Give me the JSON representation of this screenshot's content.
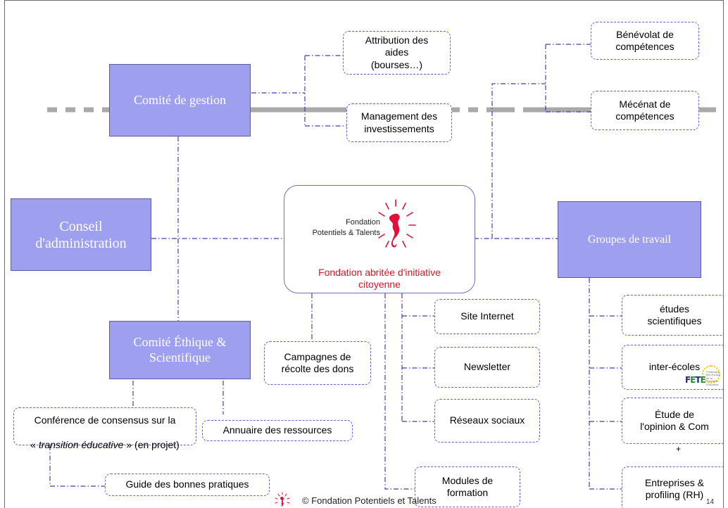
{
  "center": {
    "logo_text": "Fondation\nPotentiels & Talents",
    "caption": "Fondation abritée d'initiative\ncitoyenne"
  },
  "committees": {
    "gestion": "Comité de gestion",
    "conseil": "Conseil\nd'administration",
    "ethique": "Comité Éthique &\nScientifique",
    "groupes": "Groupes de travail"
  },
  "gestion_children": {
    "attribution": "Attribution des\naides\n(bourses…)",
    "management": "Management des\ninvestissements"
  },
  "competences": {
    "benevolat": "Bénévolat de\ncompétences",
    "mecenat": "Mécénat de\ncompétences"
  },
  "ethique_children": {
    "conference_line1": "Conférence de consensus sur la",
    "conference_prefix": "« ",
    "conference_italic": "transition éducative",
    "conference_suffix": " » (en projet)",
    "annuaire": "Annuaire des ressources",
    "guide": "Guide des bonnes pratiques"
  },
  "center_children": {
    "campagnes": "Campagnes de\nrécolte des dons",
    "site": "Site Internet",
    "newsletter": "Newsletter",
    "reseaux": "Réseaux sociaux",
    "modules": "Modules de\nformation"
  },
  "groupes_children": {
    "etudes": "études\nscientifiques",
    "inter": "inter-écoles",
    "opinion": "Étude de\nl'opinion & Com",
    "entreprises": "Entreprises &\nprofiling (RH)",
    "plus": "+"
  },
  "fete_logo": {
    "text_f": "F",
    "text_e1": "E",
    "text_t": "T",
    "text_e2": "E",
    "note": "Fédération des Écoles de la Transition Éducative"
  },
  "footer": {
    "copyright": "© Fondation Potentiels et Talents",
    "page": "14"
  },
  "colors": {
    "committee_fill": "#9f9fef",
    "connector": "#4b3ba8",
    "pill_border": "#6a5ccf",
    "caption_red": "#e3122a",
    "seahorse": "#e0113a"
  }
}
